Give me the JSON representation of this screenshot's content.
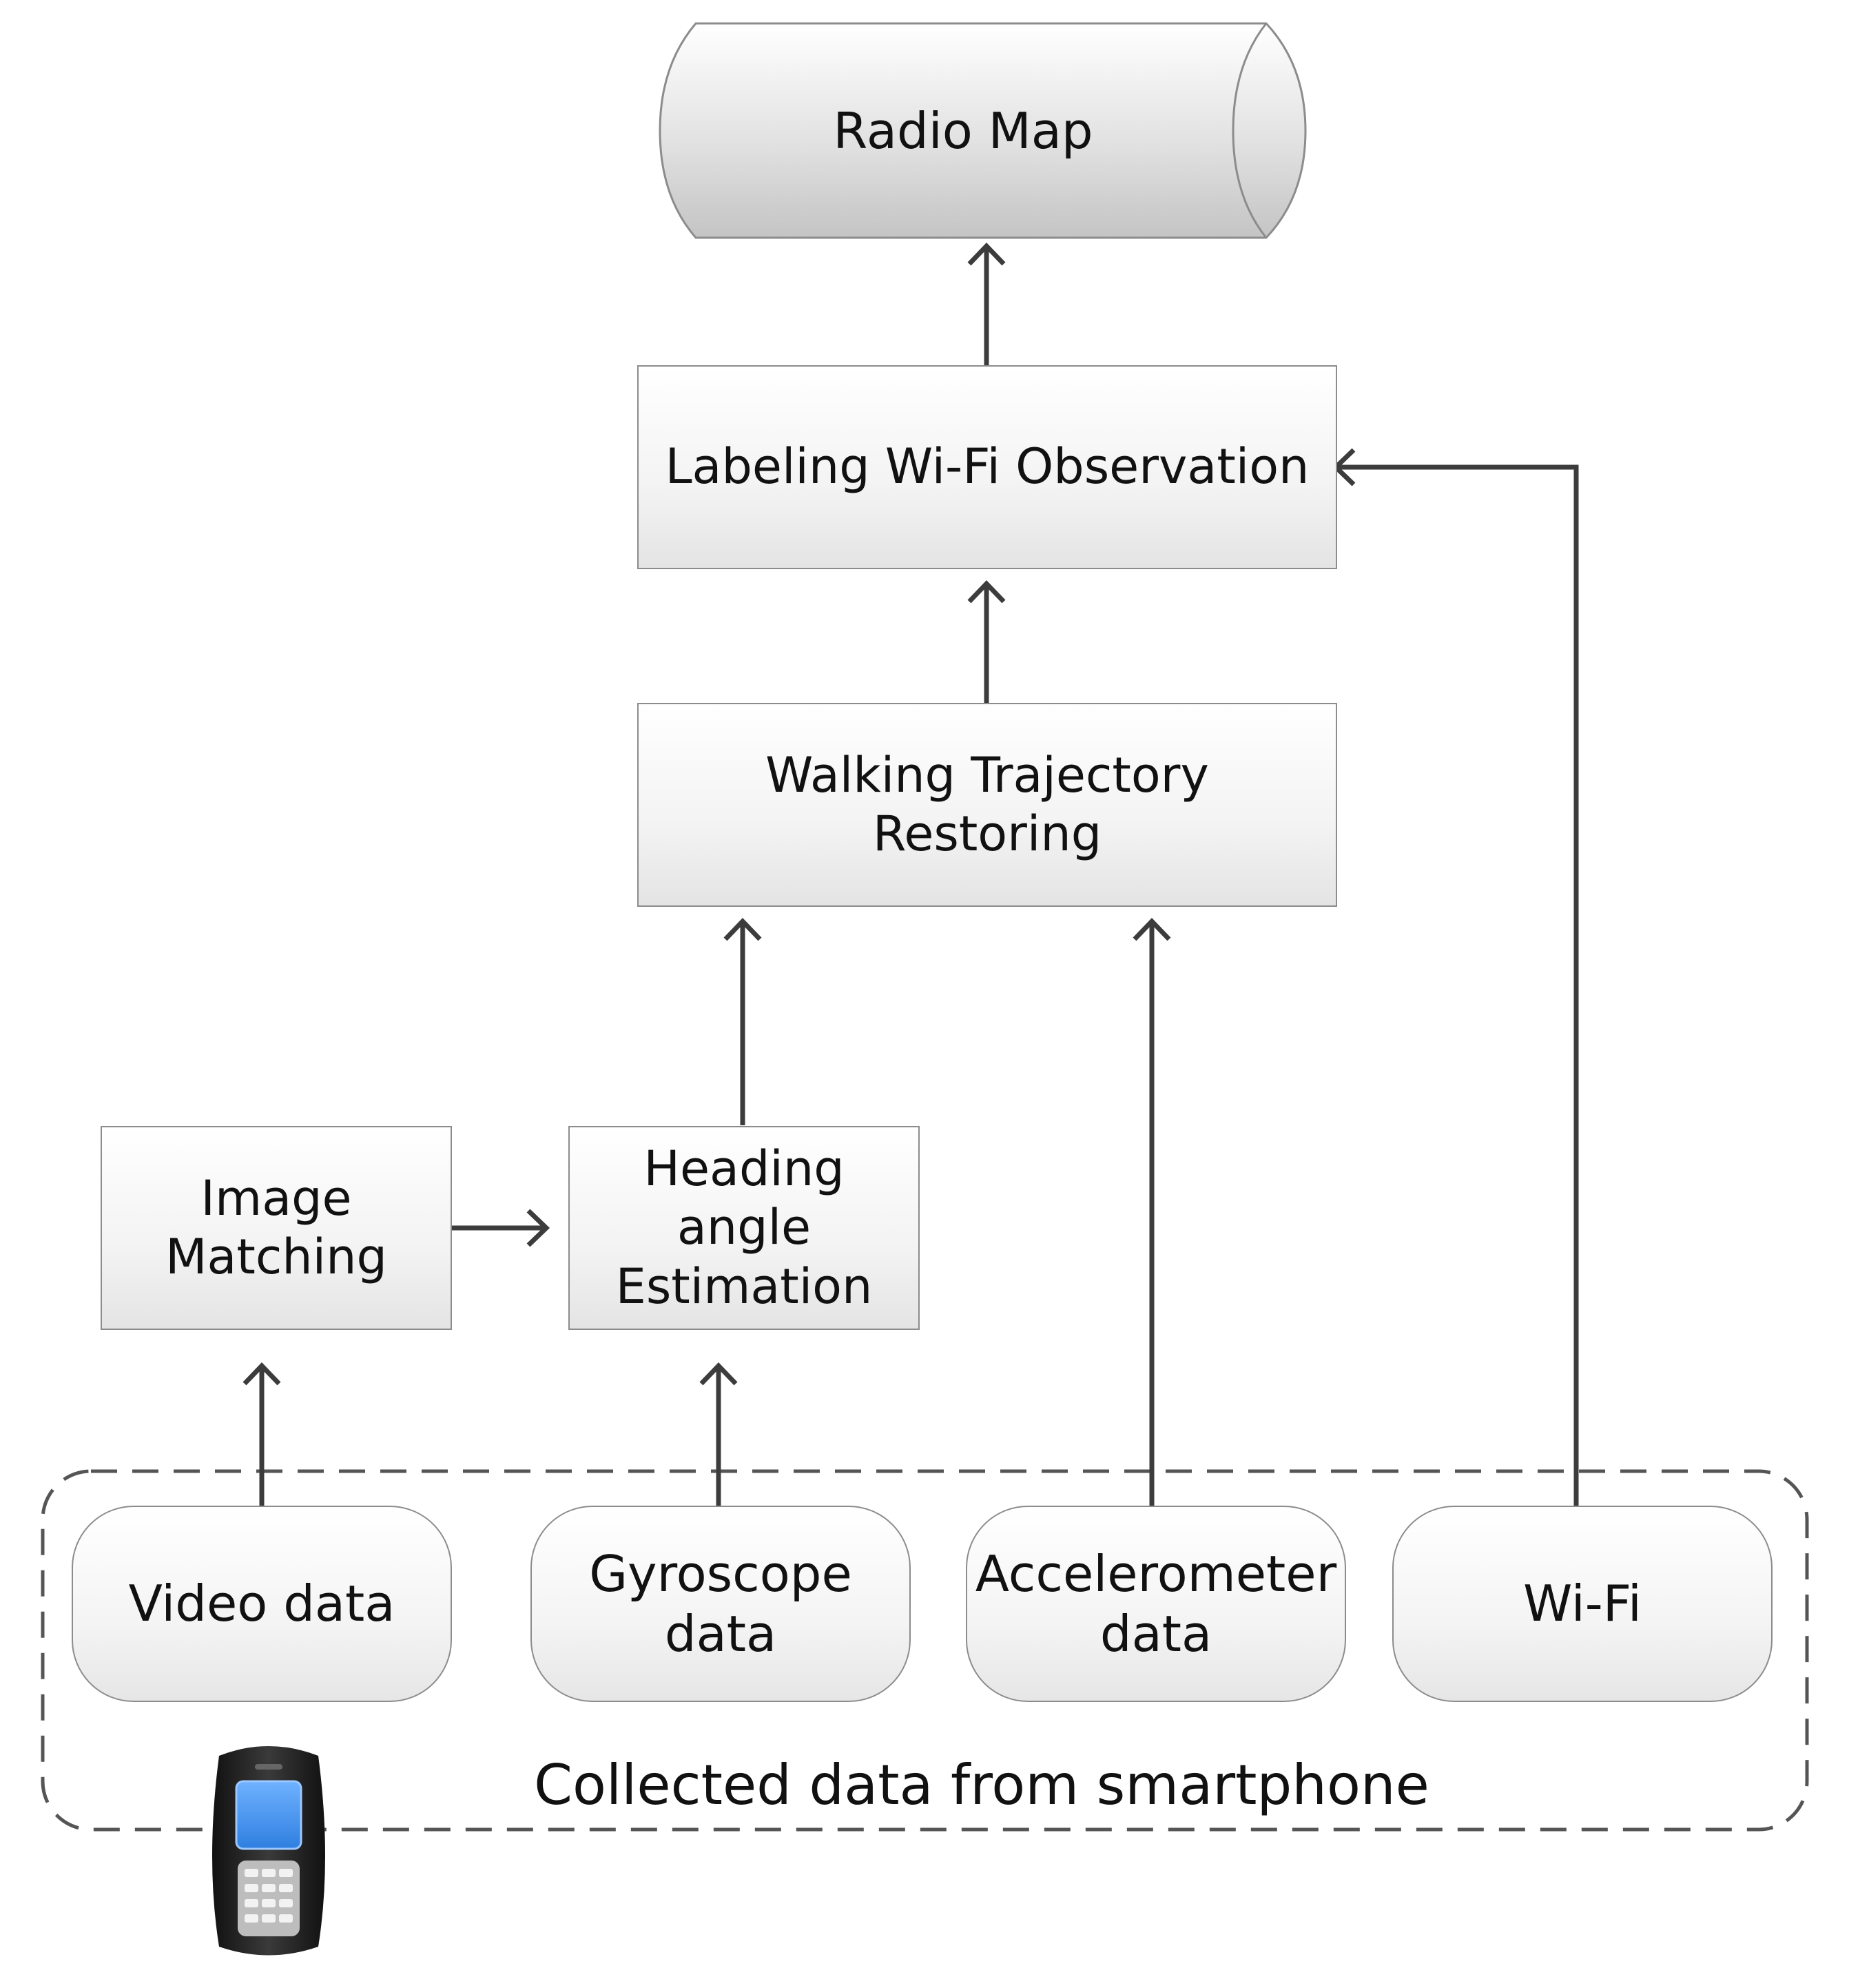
{
  "diagram": {
    "radio_map": "Radio Map",
    "labeling": "Labeling Wi-Fi Observation",
    "walking": [
      "Walking Trajectory",
      "Restoring"
    ],
    "image_matching": [
      "Image",
      "Matching"
    ],
    "heading": [
      "Heading",
      "angle",
      "Estimation"
    ],
    "video_data": "Video data",
    "gyroscope_data": [
      "Gyroscope",
      "data"
    ],
    "accelerometer_data": [
      "Accelerometer",
      "data"
    ],
    "wifi": "Wi-Fi",
    "collected_label": "Collected data from smartphone",
    "smartphone_icon": "smartphone-icon",
    "colors": {
      "arrow": "#3c3c3c",
      "box_border": "#8c8c8c",
      "dashed_border": "#555555",
      "phone_screen": "#2f7fe0"
    }
  }
}
